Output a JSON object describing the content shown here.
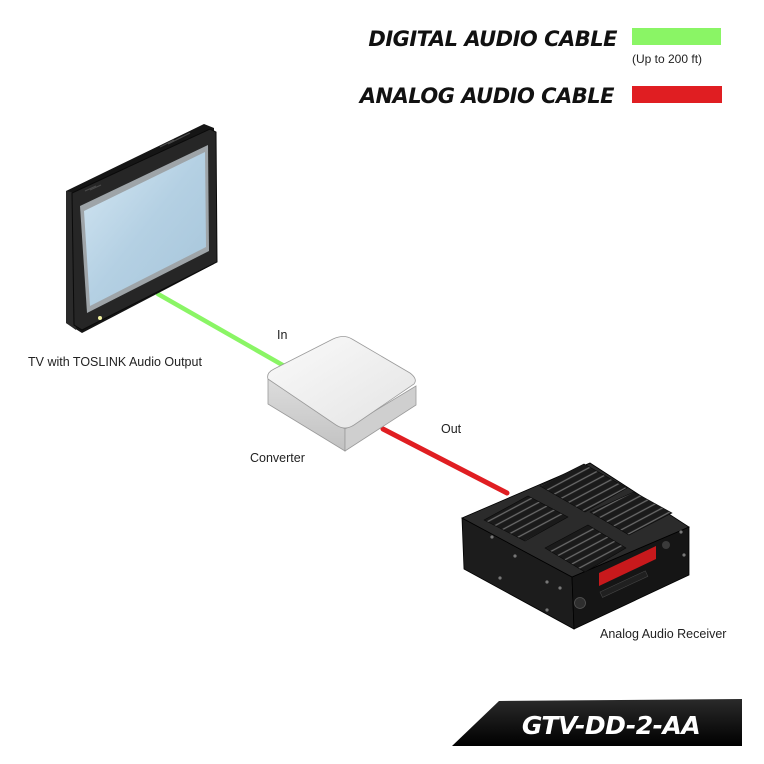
{
  "legend": {
    "digital": {
      "label": "DIGITAL AUDIO CABLE",
      "note": "(Up to 200 ft)",
      "color": "#8af565"
    },
    "analog": {
      "label": "ANALOG AUDIO CABLE",
      "color": "#e01e22"
    }
  },
  "devices": {
    "tv": {
      "label": "TV with TOSLINK Audio Output"
    },
    "converter": {
      "label": "Converter",
      "in_label": "In",
      "out_label": "Out"
    },
    "receiver": {
      "label": "Analog Audio Receiver",
      "display_color": "#c8191c"
    }
  },
  "model": {
    "name": "GTV-DD-2-AA"
  }
}
